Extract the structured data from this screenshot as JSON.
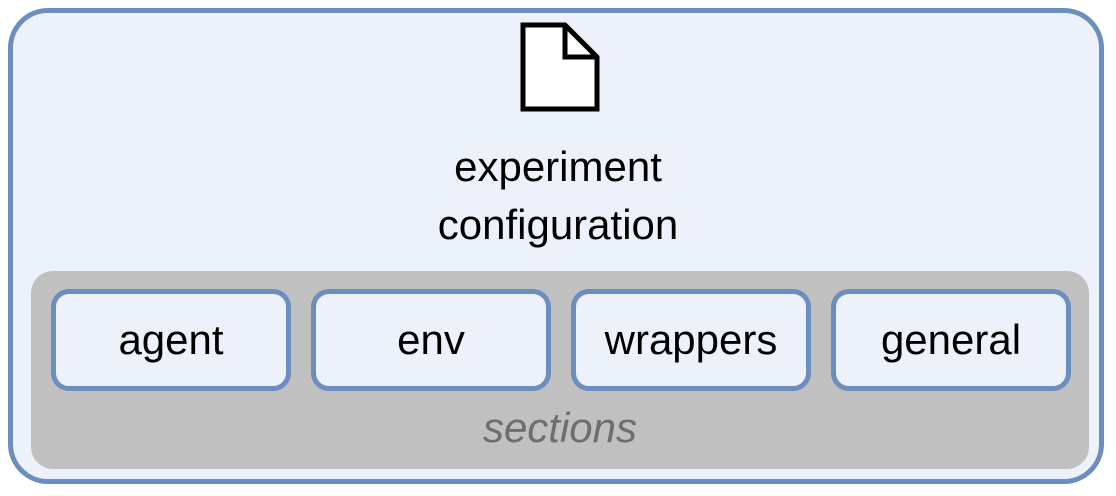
{
  "diagram": {
    "title_lines": [
      "experiment",
      "configuration"
    ],
    "icon": "document-icon",
    "sections": [
      {
        "label": "agent"
      },
      {
        "label": "env"
      },
      {
        "label": "wrappers"
      },
      {
        "label": "general"
      }
    ],
    "sections_label": "sections",
    "colors": {
      "outer_fill": "#edf2fa",
      "outer_border": "#6c8ebf",
      "panel_fill": "#c0c0c0",
      "sections_label": "#6e6e6e"
    }
  }
}
